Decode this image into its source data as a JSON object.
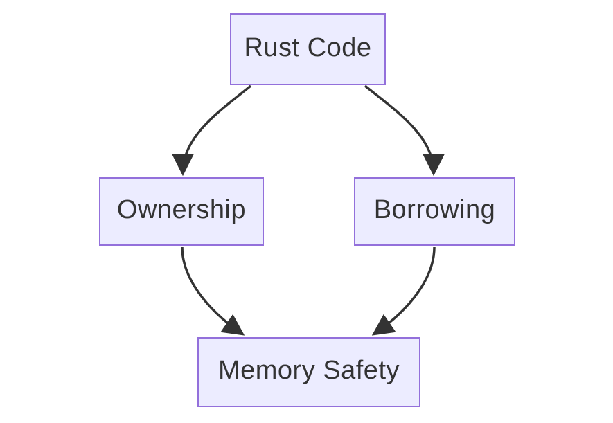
{
  "diagram": {
    "type": "flowchart",
    "direction": "top-down",
    "nodes": [
      {
        "id": "rust-code",
        "label": "Rust Code"
      },
      {
        "id": "ownership",
        "label": "Ownership"
      },
      {
        "id": "borrowing",
        "label": "Borrowing"
      },
      {
        "id": "memory-safety",
        "label": "Memory Safety"
      }
    ],
    "edges": [
      {
        "from": "Rust Code",
        "to": "Ownership"
      },
      {
        "from": "Rust Code",
        "to": "Borrowing"
      },
      {
        "from": "Ownership",
        "to": "Memory Safety"
      },
      {
        "from": "Borrowing",
        "to": "Memory Safety"
      }
    ],
    "colors": {
      "node_fill": "#ECECFF",
      "node_border": "#9370DB",
      "edge_stroke": "#333333",
      "text": "#333333",
      "background": "#FFFFFF"
    }
  }
}
